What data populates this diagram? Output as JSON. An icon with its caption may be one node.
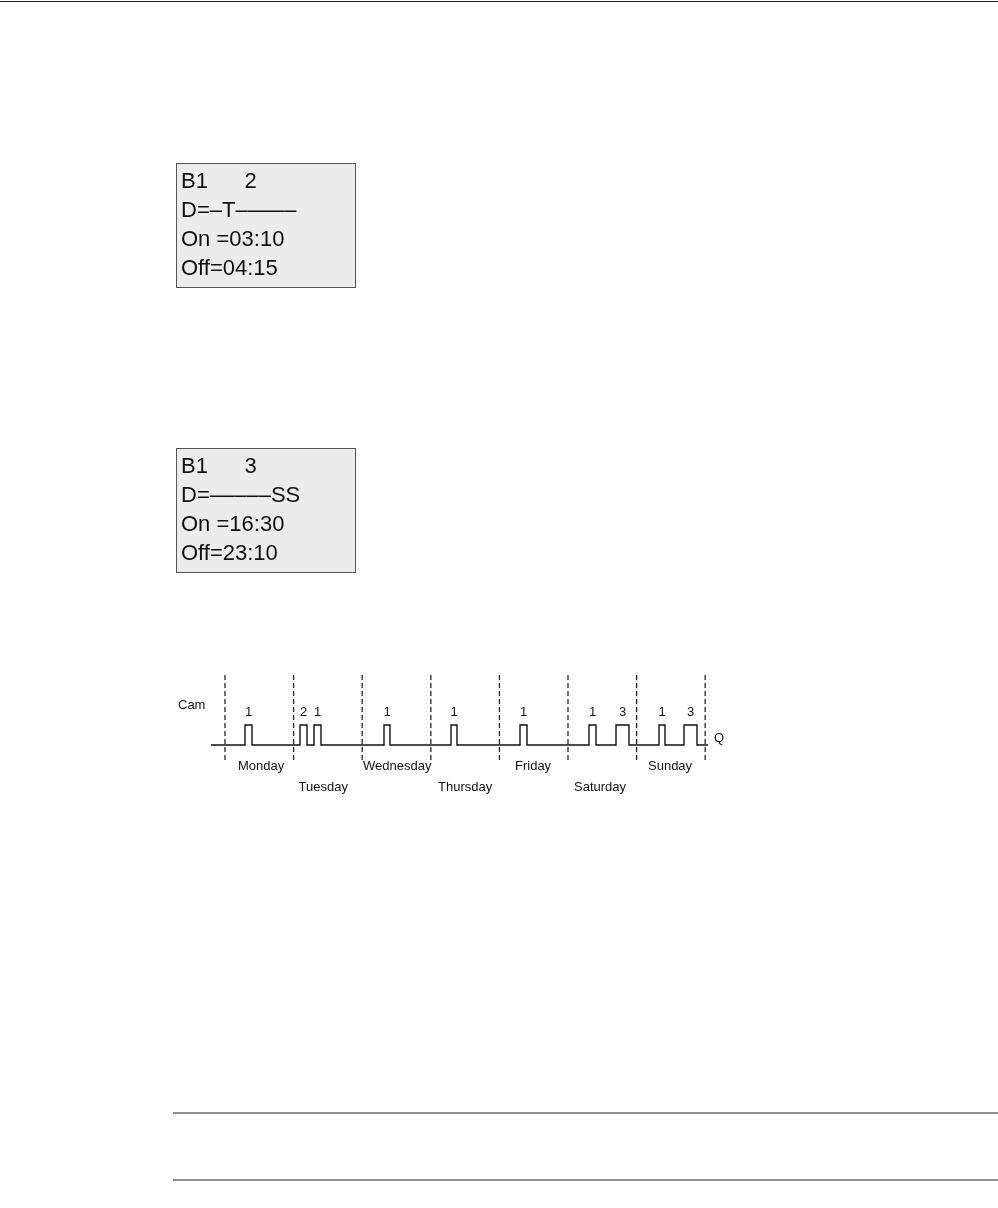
{
  "diagram": {
    "nodes": [
      {
        "text": [
          "B1      2",
          "D=–T–––––",
          "On =03:10",
          "Off=04:15"
        ]
      },
      {
        "text": [
          "B1      3",
          "D=–––––SS",
          "On =16:30",
          "Off=23:10"
        ]
      }
    ],
    "labels": [
      "Cam",
      "1",
      "2",
      "1",
      "1",
      "1",
      "1",
      "1",
      "3",
      "1",
      "3",
      "Q",
      "Monday",
      "Wednesday",
      "Friday",
      "Sunday",
      "Tuesday",
      "Thursday",
      "Saturday"
    ]
  }
}
